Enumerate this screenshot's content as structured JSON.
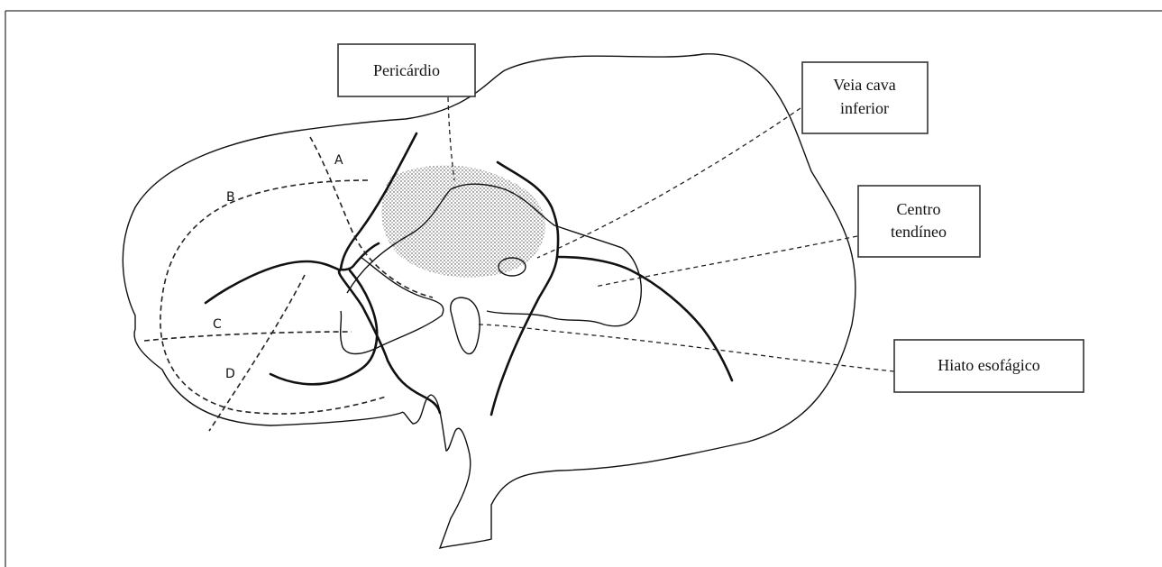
{
  "labels": {
    "pericardio": "Pericárdio",
    "veia_cava_line1": "Veia cava",
    "veia_cava_line2": "inferior",
    "centro_line1": "Centro",
    "centro_line2": "tendíneo",
    "hiato": "Hiato esofágico"
  },
  "letters": {
    "a": "A",
    "b": "B",
    "c": "C",
    "d": "D"
  }
}
